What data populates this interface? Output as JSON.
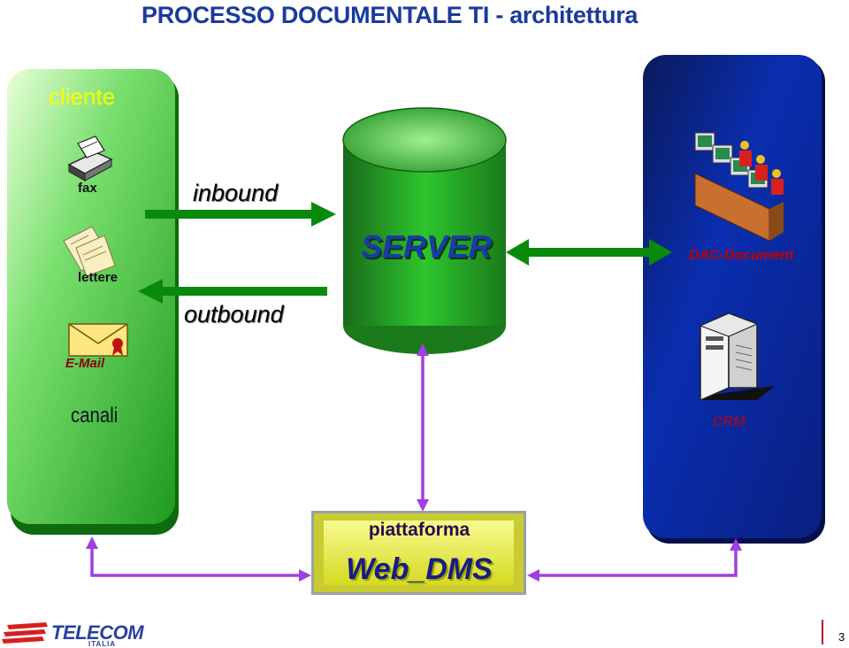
{
  "title": "PROCESSO DOCUMENTALE TI - architettura",
  "client": {
    "heading": "cliente",
    "channels": [
      {
        "label": "fax",
        "icon": "fax-icon"
      },
      {
        "label": "lettere",
        "icon": "letters-icon"
      },
      {
        "label": "E-Mail",
        "icon": "email-envelope-icon"
      }
    ],
    "footer": "canali"
  },
  "flows": {
    "inbound": "inbound",
    "outbound": "outbound"
  },
  "server": {
    "label": "SERVER"
  },
  "backoffice": {
    "dac": "DAC-Document",
    "crm": "CRM"
  },
  "platform": {
    "line1": "piattaforma",
    "line2": "Web_DMS"
  },
  "footer": {
    "logo": "TELECOM",
    "logo_sub": "ITALIA",
    "page": "3"
  },
  "colors": {
    "title": "#1a3a9c",
    "client_panel": "#2fb82f",
    "backoffice_panel": "#0a2aa0",
    "server": "#1f9a1f",
    "arrows_green": "#0a8a0a",
    "arrows_purple": "#a040e0",
    "platform": "#eef060"
  }
}
